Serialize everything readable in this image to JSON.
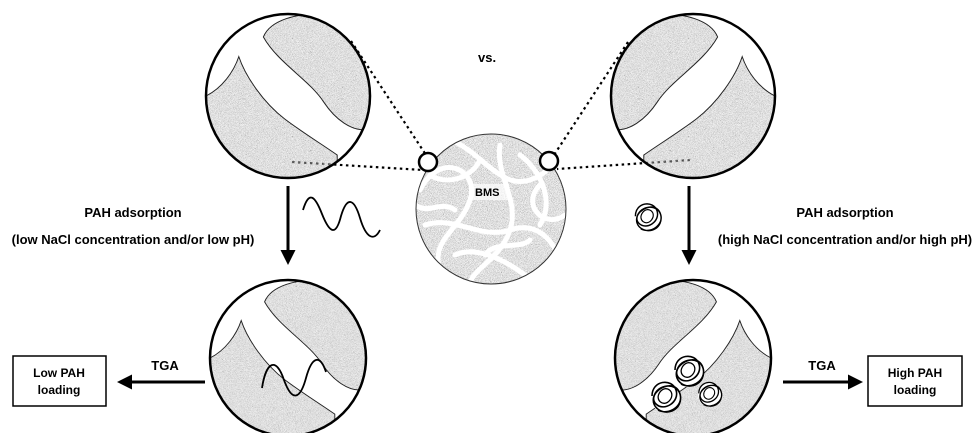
{
  "diagram": {
    "vs_label": "vs.",
    "particle_label": "BMS",
    "left": {
      "step_title": "PAH adsorption",
      "step_condition": "(low NaCl concentration and/or low pH)",
      "analysis_label": "TGA",
      "result_line1": "Low PAH",
      "result_line2": "loading"
    },
    "right": {
      "step_title": "PAH adsorption",
      "step_condition": "(high NaCl concentration and/or high pH)",
      "analysis_label": "TGA",
      "result_line1": "High PAH",
      "result_line2": "loading"
    }
  }
}
